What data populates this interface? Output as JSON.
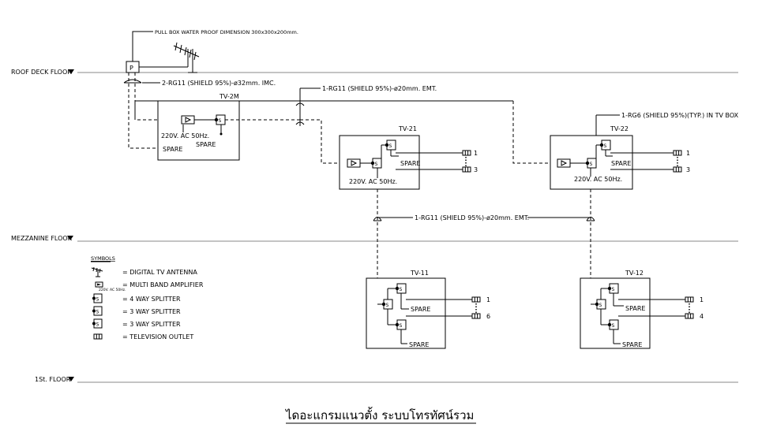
{
  "floors": {
    "roof": "ROOF DECK FLOOR",
    "mezzanine": "MEZZANINE FLOOR",
    "first": "1St. FLOOR"
  },
  "notes": {
    "pull_box": "PULL BOX WATER PROOF DIMENSION 300x300x200mm.",
    "rg11_imc": "2-RG11 (SHIELD 95%)-ø32mm. IMC.",
    "rg11_emt_top": "1-RG11 (SHIELD 95%)-ø20mm. EMT.",
    "rg6_tvbox": "1-RG6 (SHIELD 95%)(TYP.) IN TV BOX",
    "rg11_emt_mid": "1-RG11 (SHIELD 95%)-ø20mm. EMT."
  },
  "pull_box_letter": "P",
  "splitter_letter": "S",
  "boxes": {
    "tv2m": {
      "title": "TV-2M",
      "power": "220V. AC 50Hz.",
      "spare1": "SPARE",
      "spare2": "SPARE"
    },
    "tv21": {
      "title": "TV-21",
      "power": "220V. AC 50Hz.",
      "spare": "SPARE",
      "out_first": "1",
      "out_last": "3"
    },
    "tv22": {
      "title": "TV-22",
      "power": "220V. AC 50Hz.",
      "spare": "SPARE",
      "out_first": "1",
      "out_last": "3"
    },
    "tv11": {
      "title": "TV-11",
      "spare1": "SPARE",
      "spare2": "SPARE",
      "out_first": "1",
      "out_last": "6"
    },
    "tv12": {
      "title": "TV-12",
      "spare1": "SPARE",
      "spare2": "SPARE",
      "out_first": "1",
      "out_last": "4"
    }
  },
  "legend": {
    "heading": "SYMBOLS",
    "amp_sub": "220V. AC 50Hz.",
    "items": [
      "= DIGITAL TV ANTENNA",
      "= MULTI BAND AMPLIFIER",
      "= 4 WAY SPLITTER",
      "= 3 WAY SPLITTER",
      "= 3 WAY SPLITTER",
      "= TELEVISION OUTLET"
    ]
  },
  "title": "ไดอะแกรมแนวตั้ง ระบบโทรทัศน์รวม"
}
